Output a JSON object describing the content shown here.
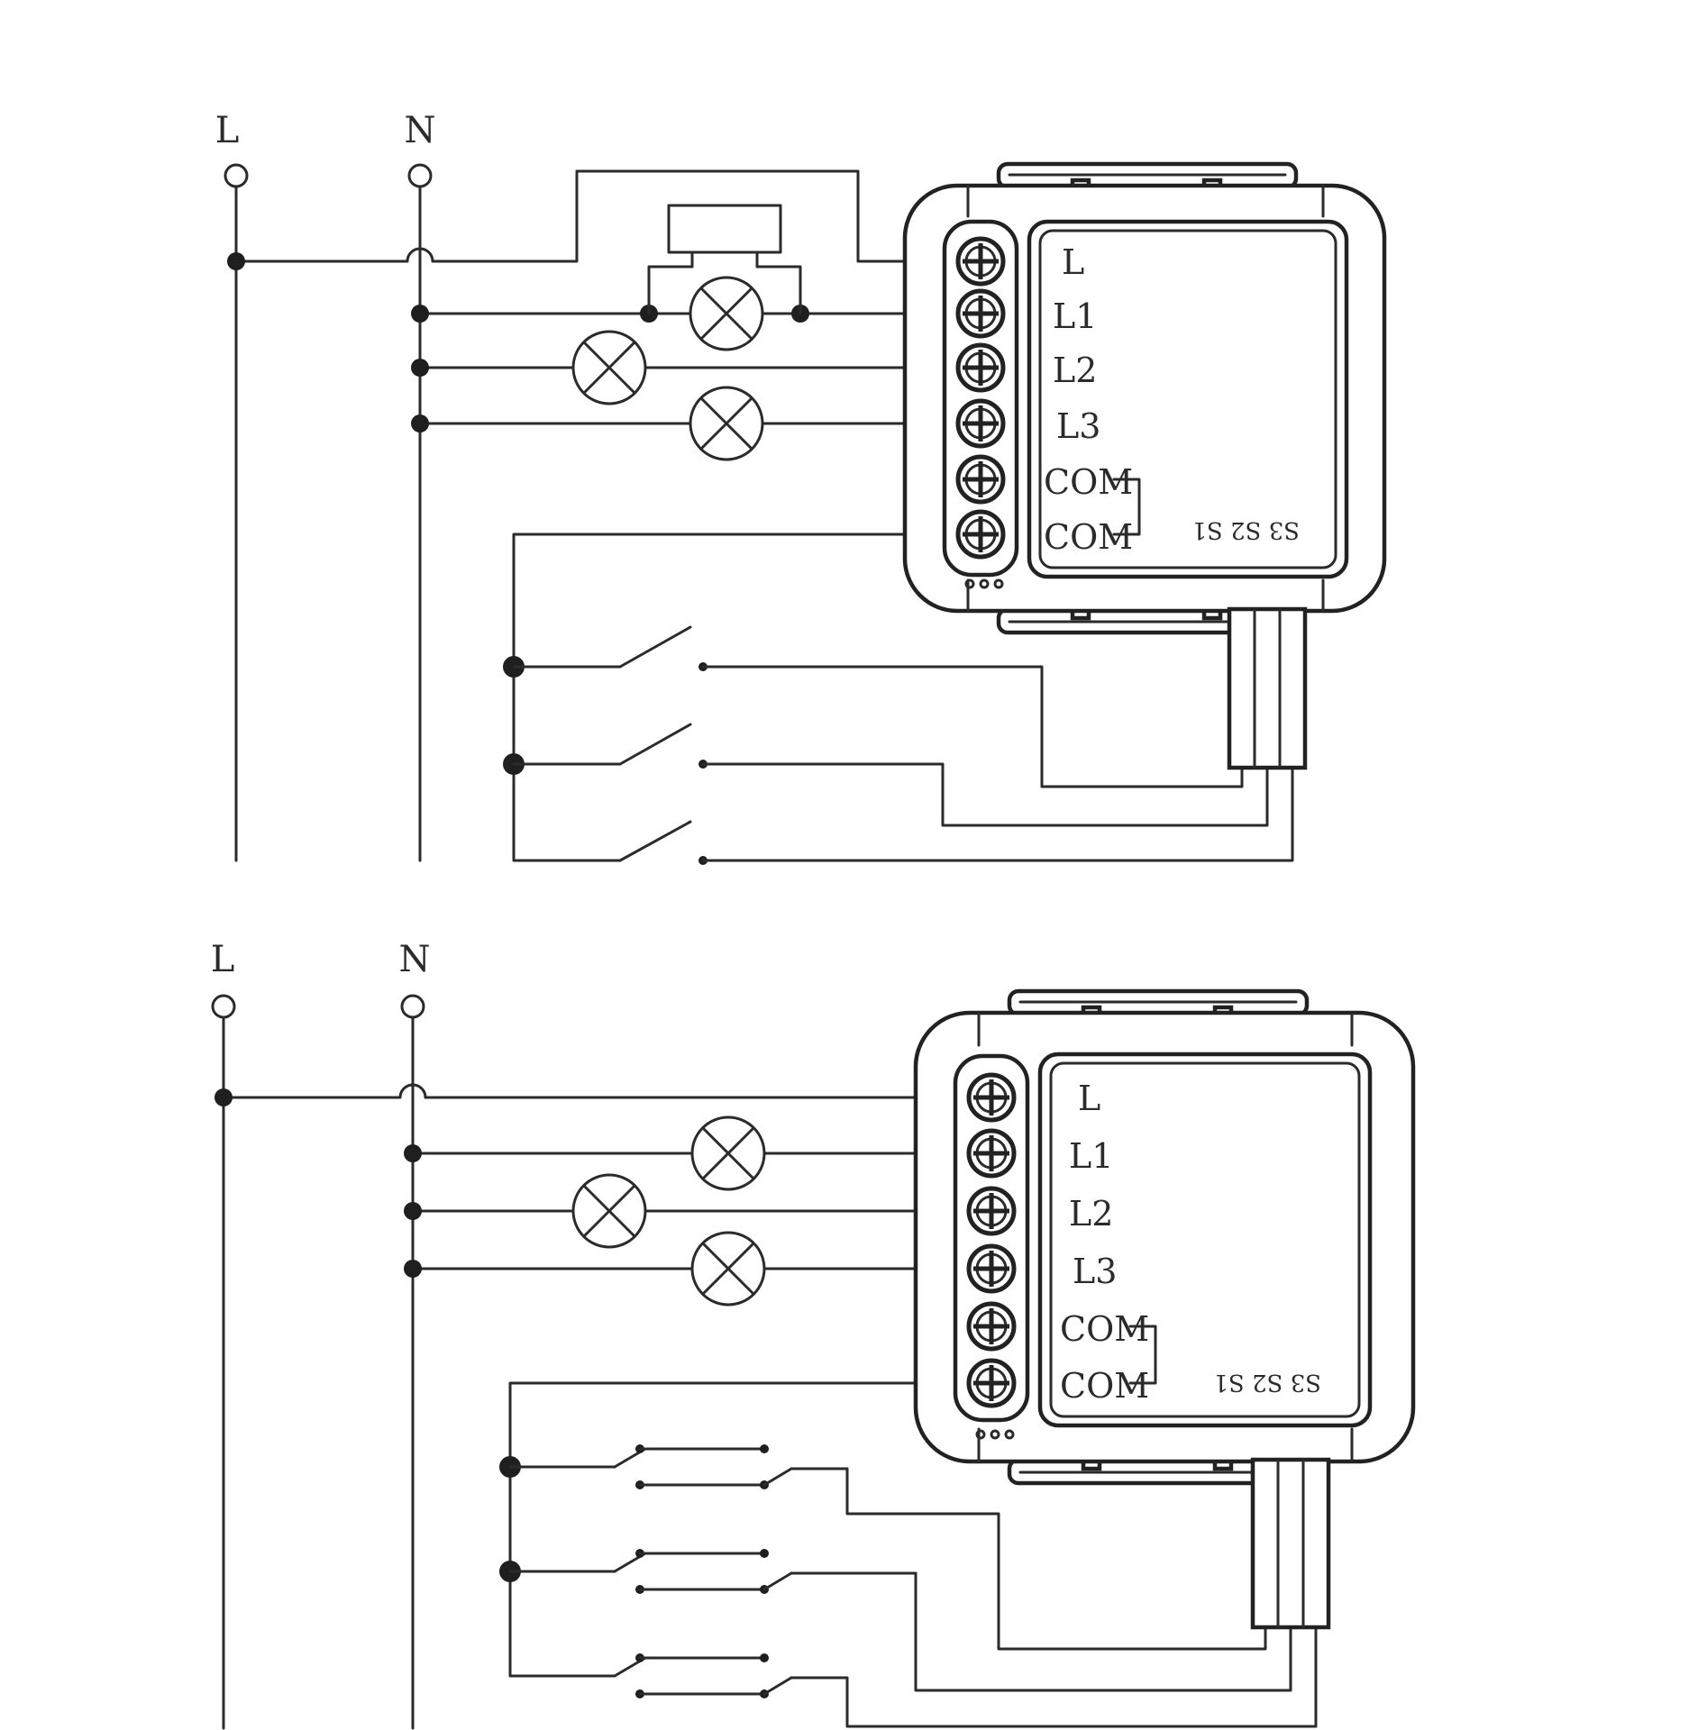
{
  "diagrams": [
    {
      "id": "top",
      "bus_labels": [
        "L",
        "N"
      ],
      "terminals": [
        "L",
        "L1",
        "L2",
        "L3",
        "COM",
        "COM"
      ],
      "switch_inputs": "S3 S2 S1",
      "switch_type": "one-way"
    },
    {
      "id": "bottom",
      "bus_labels": [
        "L",
        "N"
      ],
      "terminals": [
        "L",
        "L1",
        "L2",
        "L3",
        "COM",
        "COM"
      ],
      "switch_inputs": "S3 S2 S1",
      "switch_type": "two-way"
    }
  ],
  "colors": {
    "line": "#2b2b2b",
    "background": "#ffffff"
  }
}
